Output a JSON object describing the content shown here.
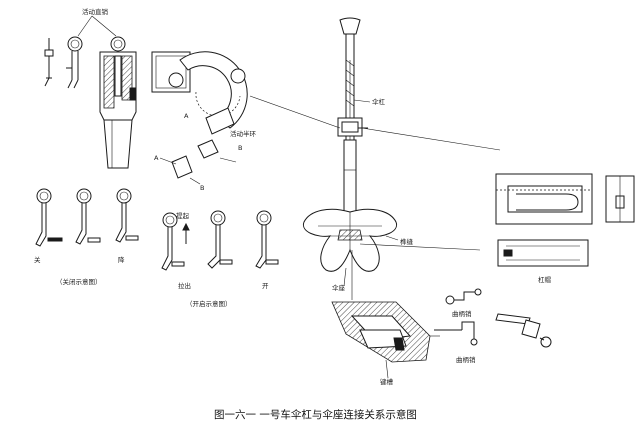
{
  "figure": {
    "caption": "图一六一   一号车伞杠与伞座连接关系示意图"
  },
  "labels": {
    "active_pin": "活动直销",
    "swivel_ring": "活动半环",
    "section_a": "A",
    "section_b": "B",
    "close_label": "关",
    "lower_label": "降",
    "close_diagram": "（关闭示意图）",
    "lift_label": "提起",
    "pull_out_label": "拉出",
    "open_label": "开",
    "open_diagram": "（开启示意图）",
    "umbrella_pole": "伞杠",
    "umbrella_seat": "伞座",
    "mortise": "榫缝",
    "crank_pin_upper": "曲柄销",
    "crank_pin_lower": "曲柄销",
    "groove": "键槽",
    "pole_cap": "杠帽"
  },
  "colors": {
    "ink": "#1a1a1a",
    "paper": "#ffffff"
  }
}
